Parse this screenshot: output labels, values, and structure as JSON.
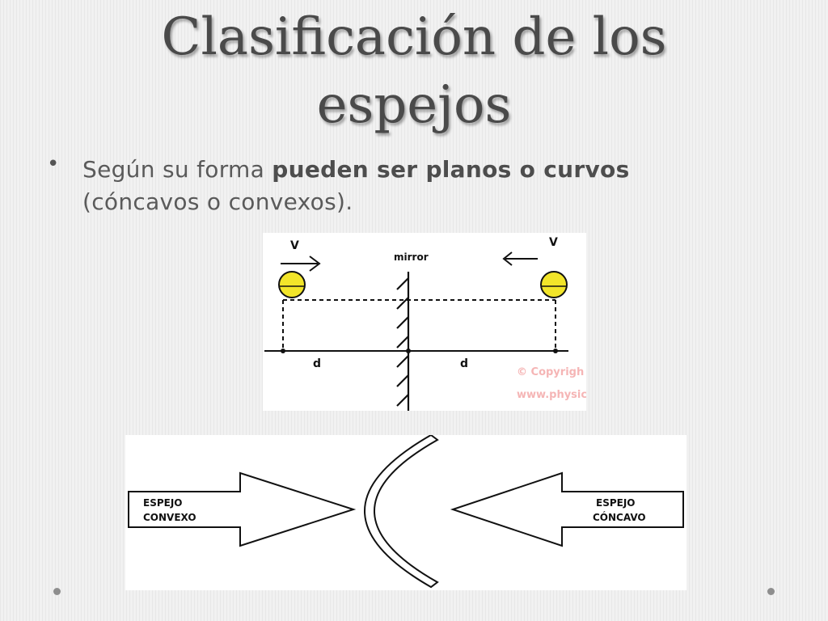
{
  "slide": {
    "title_line1": "Clasificación de los",
    "title_line2": "espejos",
    "bullet_marker": "•",
    "bullet_text_pre": "Según su forma ",
    "bullet_text_bold": "pueden ser planos o curvos",
    "bullet_text_post": " (cóncavos o convexos)."
  },
  "plane_mirror_diagram": {
    "velocity_left": "V",
    "velocity_right": "V",
    "mirror_label": "mirror",
    "distance_left": "d",
    "distance_right": "d",
    "copyright_line1": "© Copyrigh",
    "copyright_line2": "www.physic",
    "ball_color": "#f2e52a",
    "copyright_color": "#f5b5b5"
  },
  "curved_mirror_diagram": {
    "left_arrow_line1": "ESPEJO",
    "left_arrow_line2": "CONVEXO",
    "right_arrow_line1": "ESPEJO",
    "right_arrow_line2": "CÓNCAVO"
  }
}
